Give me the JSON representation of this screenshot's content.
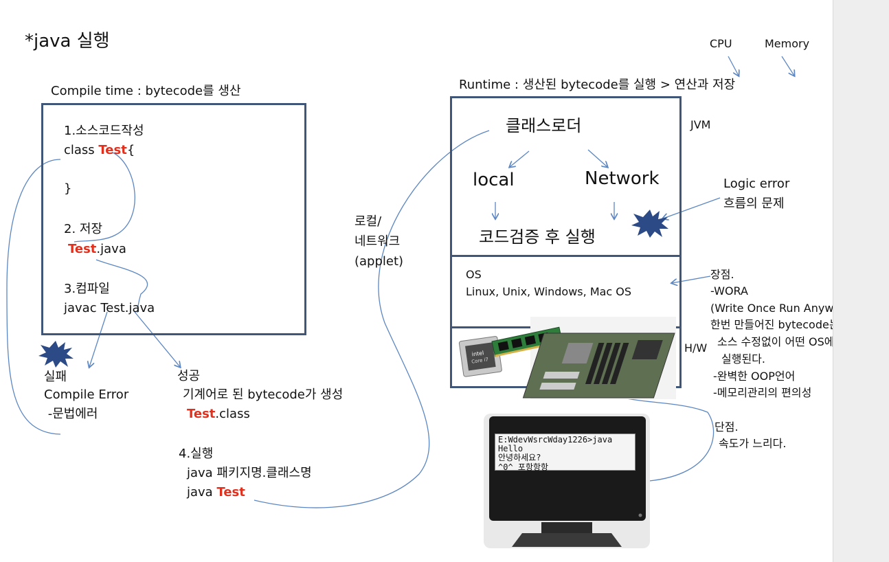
{
  "page_title": "*java 실행",
  "compile": {
    "heading": "Compile time : bytecode를 생산",
    "step1": "1.소스코드작성",
    "class_prefix": "class ",
    "class_name": "Test",
    "class_brace": "{",
    "close_brace": "}",
    "step2": "2. 저장",
    "file_name": "Test",
    "file_ext": ".java",
    "step3": "3.컴파일",
    "javac_cmd": "javac Test.java"
  },
  "fail": {
    "title": "실패",
    "line1": "Compile Error",
    "line2": " -문법에러"
  },
  "success": {
    "title": "성공",
    "line1": "기계어로 된 bytecode가 생성",
    "class_name": "Test",
    "class_ext": ".class"
  },
  "run": {
    "step4": "4.실행",
    "line1": "java 패키지명.클래스명",
    "line2_prefix": "java ",
    "line2_name": "Test"
  },
  "loader_note": {
    "line1": "로컬/",
    "line2": "네트워크",
    "line3": "(applet)"
  },
  "runtime": {
    "heading": "Runtime : 생산된 bytecode를 실행 > 연산과 저장",
    "jvm_label": "JVM",
    "classloader": "클래스로더",
    "local": "local",
    "network": "Network",
    "verify": "코드검증 후 실행",
    "os_title": "OS",
    "os_list": "Linux, Unix, Windows, Mac OS",
    "hw_label": "H/W"
  },
  "cpu_label": "CPU",
  "memory_label": "Memory",
  "logic_error": {
    "line1": "Logic error",
    "line2": "흐름의 문제"
  },
  "pros": {
    "title": "장점.",
    "line1": "-WORA",
    "line2": "(Write Once Run Anywhere)",
    "line3": "한번 만들어진 bytecode는",
    "line4": "소스 수정없이 어떤 OS에서든",
    "line5": "실행된다.",
    "line6": "-완벽한 OOP언어",
    "line7": "-메모리관리의 편의성"
  },
  "cons": {
    "title": "단점.",
    "line1": "속도가 느리다."
  },
  "console": {
    "line1": "E:WdevWsrcWday1226>java Hello",
    "line2": "안녕하세요?",
    "line3": "^0^ 포항항항"
  },
  "colors": {
    "box_border": "#3f5678",
    "arrow": "#5b86c2",
    "highlight": "#e0311f",
    "burst": "#2c4a86"
  }
}
